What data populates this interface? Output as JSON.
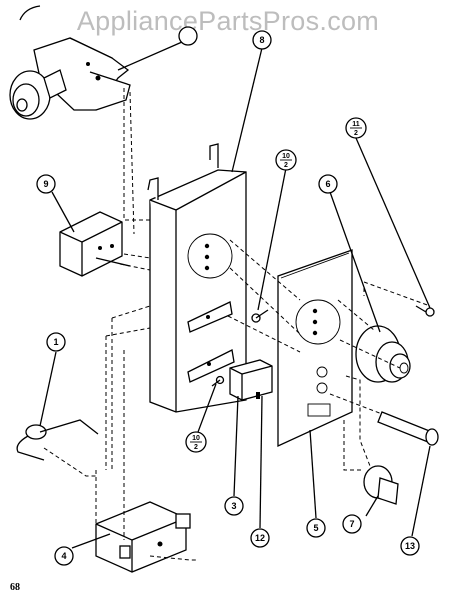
{
  "watermark": "AppliancePartsPros.com",
  "page_number": "68",
  "callouts": [
    {
      "id": "c1",
      "label": "1"
    },
    {
      "id": "c3",
      "label": "3"
    },
    {
      "id": "c4",
      "label": "4"
    },
    {
      "id": "c5",
      "label": "5"
    },
    {
      "id": "c6",
      "label": "6"
    },
    {
      "id": "c7",
      "label": "7"
    },
    {
      "id": "c8",
      "label": "8"
    },
    {
      "id": "c9",
      "label": "9"
    },
    {
      "id": "c12",
      "label": "12"
    },
    {
      "id": "c13",
      "label": "13"
    }
  ],
  "fraction_callouts": [
    {
      "id": "f1",
      "numerator": "10",
      "denominator": "2"
    },
    {
      "id": "f2",
      "numerator": "11",
      "denominator": "2"
    },
    {
      "id": "f3",
      "numerator": "10",
      "denominator": "2"
    }
  ]
}
